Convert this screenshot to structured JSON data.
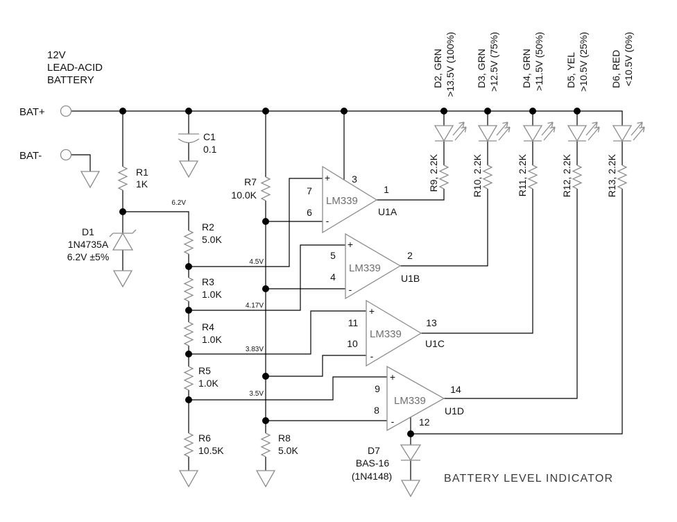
{
  "title_lines": [
    "12V",
    "LEAD-ACID",
    "BATTERY"
  ],
  "terminals": {
    "pos": "BAT+",
    "neg": "BAT-"
  },
  "parts": {
    "r1": {
      "ref": "R1",
      "val": "1K"
    },
    "c1": {
      "ref": "C1",
      "val": "0.1"
    },
    "d1": {
      "ref": "D1",
      "line2": "1N4735A",
      "line3": "6.2V ±5%"
    },
    "r2": {
      "ref": "R2",
      "val": "5.0K"
    },
    "r3": {
      "ref": "R3",
      "val": "1.0K"
    },
    "r4": {
      "ref": "R4",
      "val": "1.0K"
    },
    "r5": {
      "ref": "R5",
      "val": "1.0K"
    },
    "r6": {
      "ref": "R6",
      "val": "10.5K"
    },
    "r7": {
      "ref": "R7",
      "val": "10.0K"
    },
    "r8": {
      "ref": "R8",
      "val": "5.0K"
    },
    "d7": {
      "ref": "D7",
      "line2": "BAS-16",
      "line3": "(1N4148)"
    }
  },
  "taps": {
    "zener": "6.2V",
    "t1": "4.5V",
    "t2": "4.17V",
    "t3": "3.83V",
    "t4": "3.5V"
  },
  "signs": {
    "plus": "+",
    "minus": "-"
  },
  "comparators": {
    "u1a": {
      "chip": "LM339",
      "ref": "U1A",
      "pin_plus": "7",
      "pin_minus": "6",
      "pin_out": "1",
      "pin_pwr": "3"
    },
    "u1b": {
      "chip": "LM339",
      "ref": "U1B",
      "pin_plus": "5",
      "pin_minus": "4",
      "pin_out": "2"
    },
    "u1c": {
      "chip": "LM339",
      "ref": "U1C",
      "pin_plus": "11",
      "pin_minus": "10",
      "pin_out": "13"
    },
    "u1d": {
      "chip": "LM339",
      "ref": "U1D",
      "pin_plus": "9",
      "pin_minus": "8",
      "pin_out": "14",
      "pin_gnd": "12"
    }
  },
  "leds": [
    {
      "name": "D2, GRN",
      "threshold": ">13.5V (100%)",
      "resistor": "R9, 2.2K"
    },
    {
      "name": "D3, GRN",
      "threshold": ">12.5V (75%)",
      "resistor": "R10, 2.2K"
    },
    {
      "name": "D4, GRN",
      "threshold": ">11.5V (50%)",
      "resistor": "R11, 2.2K"
    },
    {
      "name": "D5, YEL",
      "threshold": ">10.5V (25%)",
      "resistor": "R12, 2.2K"
    },
    {
      "name": "D6, RED",
      "threshold": "<10.5V (0%)",
      "resistor": "R13, 2.2K"
    }
  ],
  "caption": "BATTERY LEVEL INDICATOR"
}
